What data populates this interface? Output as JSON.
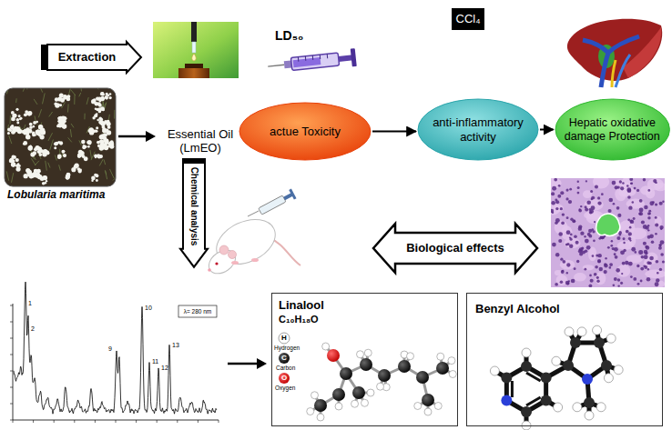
{
  "diagram": {
    "nodes": [
      {
        "text": [
          "Extraction"
        ]
      },
      {
        "text": [
          "CCl₄"
        ]
      },
      {
        "text": [
          "actue Toxicity"
        ]
      },
      {
        "text": [
          "anti-inflammatory activity"
        ]
      },
      {
        "text": [
          "Hepatic oxidative damage Protection"
        ]
      },
      {
        "text": [
          "Chemical analysis"
        ]
      },
      {
        "text": [
          "Biological effects"
        ]
      },
      {
        "text": [
          "λ= 280 nm"
        ]
      },
      {
        "text": [
          "Linalool",
          "C₁₀H₁₈O",
          "H",
          "Hydrogen",
          "C",
          "Carbon",
          "O",
          "Oxygen"
        ]
      },
      {
        "text": [
          "Benzyl Alcohol"
        ]
      }
    ],
    "edges": [
      {
        "from": 2,
        "to": 3,
        "arrow": "to"
      },
      {
        "from": 3,
        "to": 4,
        "arrow": "to"
      }
    ],
    "labels": [
      "LD₅₀",
      "Essential Oil (LmEO)",
      "Lobularia maritima",
      "1",
      "2",
      "9",
      "10",
      "11",
      "12",
      "13"
    ]
  }
}
